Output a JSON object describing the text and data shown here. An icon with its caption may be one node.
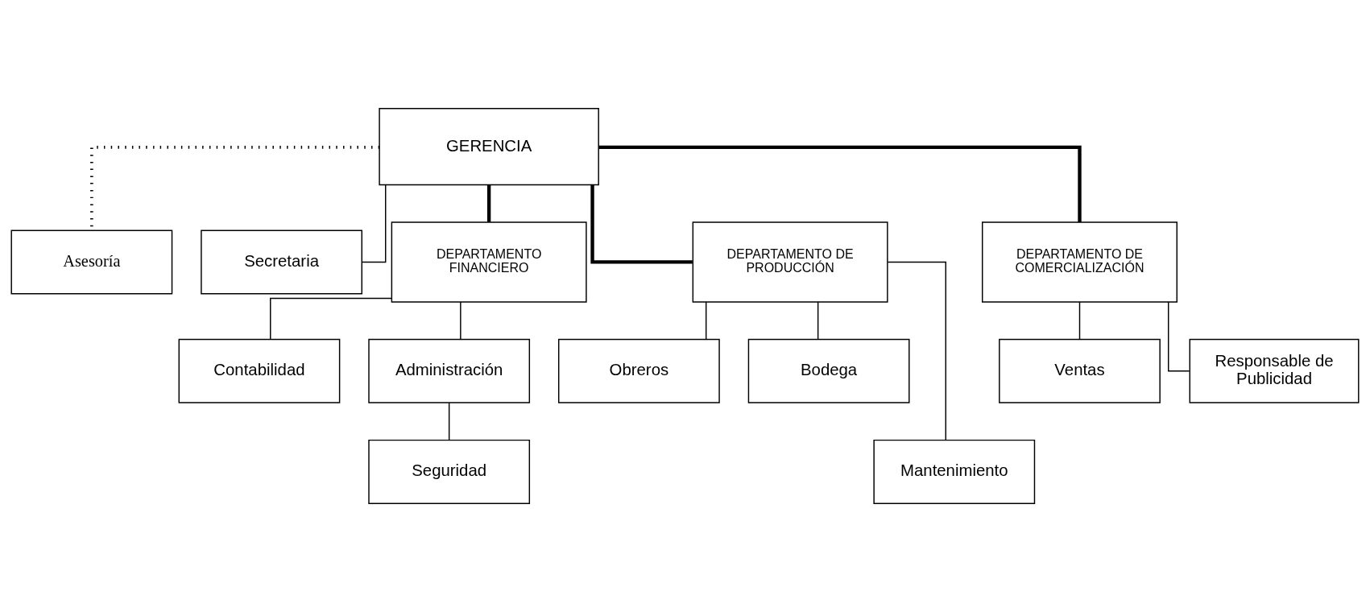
{
  "diagram": {
    "nodes": [
      {
        "text": [
          "GERENCIA"
        ]
      },
      {
        "text": [
          "Asesoría"
        ]
      },
      {
        "text": [
          "Secretaria"
        ]
      },
      {
        "text": [
          "DEPARTAMENTO FINANCIERO"
        ]
      },
      {
        "text": [
          "DEPARTAMENTO DE PRODUCCIÓN"
        ]
      },
      {
        "text": [
          "DEPARTAMENTO DE COMERCIALIZACIÓN"
        ]
      },
      {
        "text": [
          "Contabilidad"
        ]
      },
      {
        "text": [
          "Administración"
        ]
      },
      {
        "text": [
          "Seguridad"
        ]
      },
      {
        "text": [
          "Obreros"
        ]
      },
      {
        "text": [
          "Bodega"
        ]
      },
      {
        "text": [
          "Mantenimiento"
        ]
      },
      {
        "text": [
          "Ventas"
        ]
      },
      {
        "text": [
          "Responsable de Publicidad"
        ]
      }
    ],
    "edges": [
      {
        "from": 0,
        "to": 1,
        "arrow": "none",
        "style": "dashed"
      },
      {
        "from": 0,
        "to": 2,
        "arrow": "none"
      },
      {
        "from": 0,
        "to": 3,
        "arrow": "none",
        "style": "thick"
      },
      {
        "from": 0,
        "to": 4,
        "arrow": "none",
        "style": "thick"
      },
      {
        "from": 0,
        "to": 5,
        "arrow": "none",
        "style": "thick"
      },
      {
        "from": 3,
        "to": 6,
        "arrow": "none"
      },
      {
        "from": 3,
        "to": 7,
        "arrow": "none"
      },
      {
        "from": 7,
        "to": 8,
        "arrow": "none"
      },
      {
        "from": 4,
        "to": 9,
        "arrow": "none"
      },
      {
        "from": 4,
        "to": 10,
        "arrow": "none"
      },
      {
        "from": 4,
        "to": 11,
        "arrow": "none"
      },
      {
        "from": 5,
        "to": 12,
        "arrow": "none"
      },
      {
        "from": 5,
        "to": 13,
        "arrow": "none"
      }
    ]
  }
}
